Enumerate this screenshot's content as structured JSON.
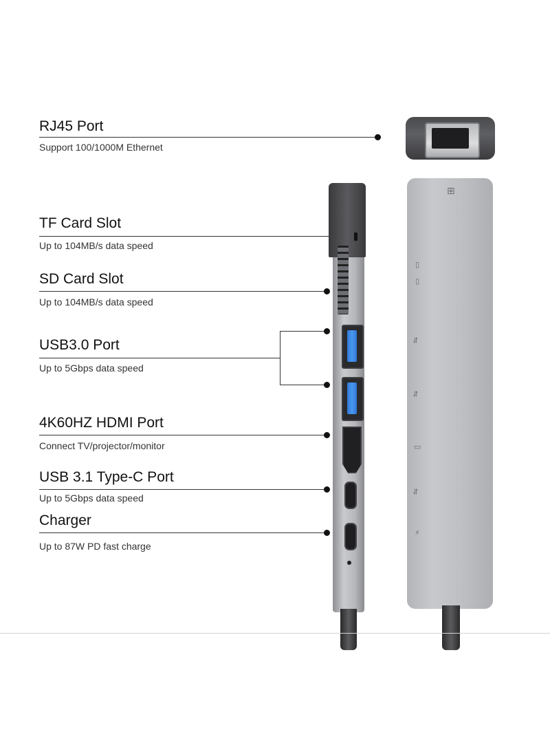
{
  "ports": [
    {
      "title": "RJ45 Port",
      "desc": "Support 100/1000M Ethernet"
    },
    {
      "title": "TF Card Slot",
      "desc": "Up to 104MB/s data speed"
    },
    {
      "title": "SD Card Slot",
      "desc": "Up to 104MB/s data speed"
    },
    {
      "title": "USB3.0 Port",
      "desc": "Up to 5Gbps data speed"
    },
    {
      "title": "4K60HZ HDMI Port",
      "desc": "Connect TV/projector/monitor"
    },
    {
      "title": "USB 3.1 Type-C Port",
      "desc": "Up to 5Gbps data speed"
    },
    {
      "title": "Charger",
      "desc": "Up to 87W PD fast charge"
    }
  ],
  "colors": {
    "usb_blue": "#3b8be6",
    "aluminum": "#c0c1c4",
    "dark_grey": "#3a3a3c"
  },
  "icons": [
    "ethernet-icon",
    "card-icon",
    "usb-icon",
    "hdmi-icon",
    "lightning-icon"
  ]
}
